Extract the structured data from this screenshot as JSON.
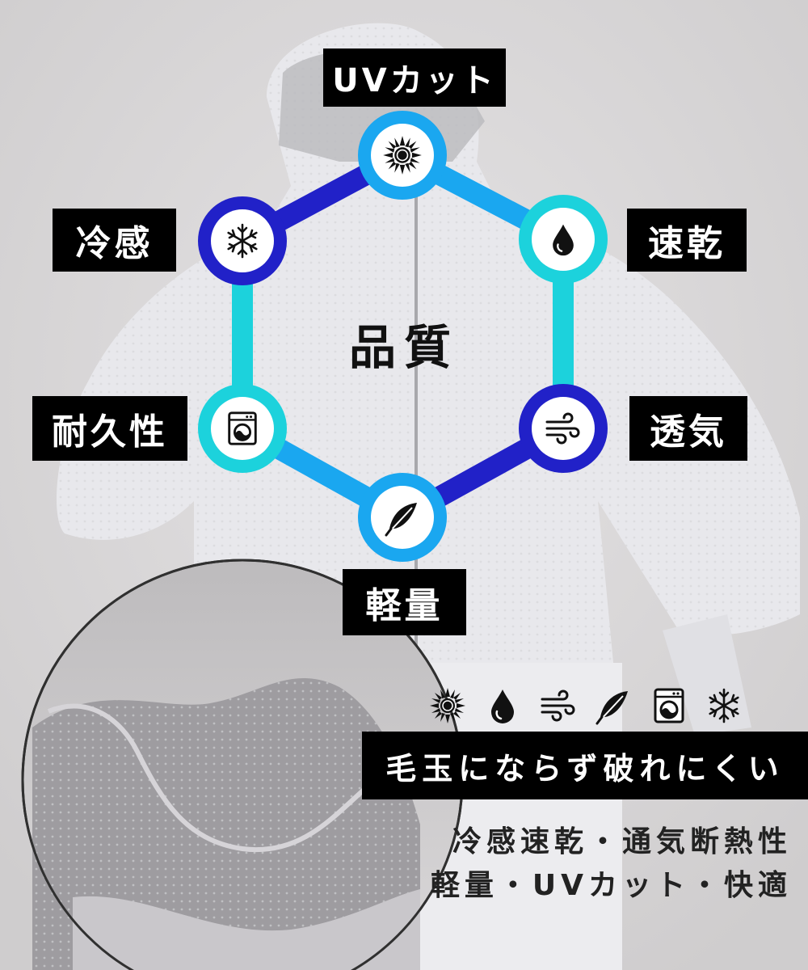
{
  "center_title": "品質",
  "features": {
    "uv": "UVカット",
    "cool": "冷感",
    "quick_dry": "速乾",
    "durability": "耐久性",
    "breathable": "透気",
    "lightweight": "軽量"
  },
  "icons": {
    "uv": "sun-icon",
    "quick_dry": "water-drop-icon",
    "breathable": "wind-icon",
    "lightweight": "feather-icon",
    "durability": "washing-machine-icon",
    "cool": "snowflake-icon"
  },
  "tagline": "毛玉にならず破れにくい",
  "description": {
    "line1": "冷感速乾・通気断熱性",
    "line2": "軽量・UVカット・快適"
  },
  "colors": {
    "navy_blue": "#2121c8",
    "sky_blue": "#1aa7f0",
    "aqua": "#1cd2dc",
    "label_bg": "#000000"
  }
}
